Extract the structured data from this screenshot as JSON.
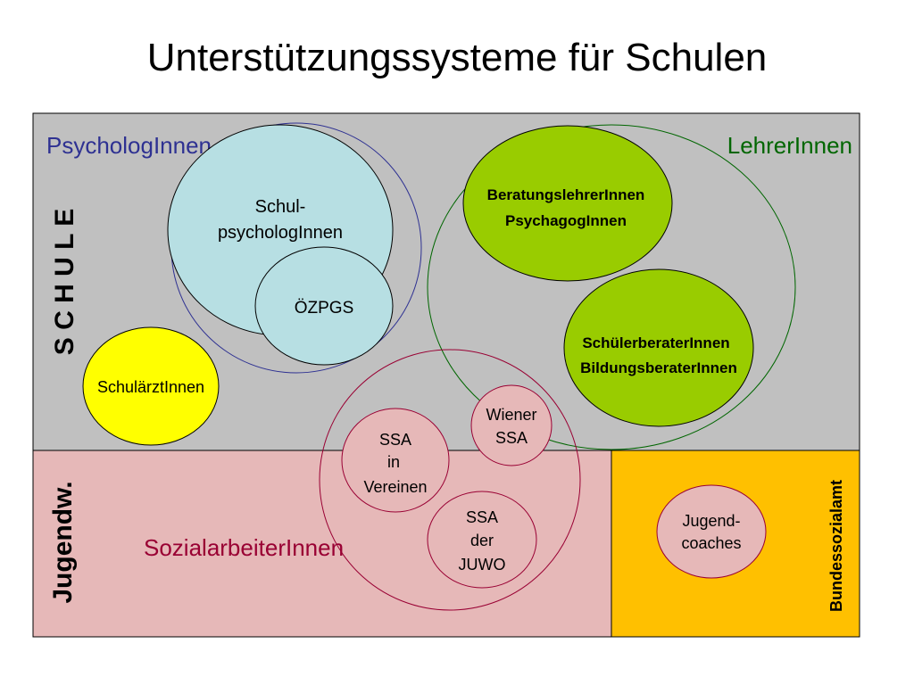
{
  "title": "Unterstützungssysteme für Schulen",
  "regions": {
    "schule": {
      "label": "S C H U L E",
      "color": "#c0c0c0"
    },
    "jugendwohlfahrt": {
      "label": "Jugendw.",
      "color": "#e6b8b8"
    },
    "bundessozialamt": {
      "label": "Bundessozialamt",
      "color": "#ffc000"
    }
  },
  "groups": {
    "psychologinnen": {
      "label": "PsychologInnen",
      "color": "#2e3192"
    },
    "lehrerinnen": {
      "label": "LehrerInnen",
      "color": "#006600"
    },
    "sozialarbeiterinnen": {
      "label": "SozialarbeiterInnen",
      "color": "#990033"
    }
  },
  "nodes": {
    "schulpsychologinnen": {
      "line1": "Schul-",
      "line2": "psychologInnen",
      "color": "#b7dfe3"
    },
    "oezpgs": {
      "label": "ÖZPGS",
      "color": "#b7dfe3"
    },
    "schulaerztinnen": {
      "label": "SchulärztInnen",
      "color": "#ffff00"
    },
    "beratungslehrerinnen": {
      "line1": "BeratungslehrerInnen",
      "line2": "PsychagogInnen",
      "color": "#99cc00"
    },
    "schuelerberaterinnen": {
      "line1": "SchülerberaterInnen",
      "line2": "BildungsberaterInnen",
      "color": "#99cc00"
    },
    "wiener_ssa": {
      "line1": "Wiener",
      "line2": "SSA",
      "color": "#e6b8b8"
    },
    "ssa_vereine": {
      "line1": "SSA",
      "line2": "in",
      "line3": "Vereinen",
      "color": "#e6b8b8"
    },
    "ssa_juwo": {
      "line1": "SSA",
      "line2": "der",
      "line3": "JUWO",
      "color": "#e6b8b8"
    },
    "jugendcoaches": {
      "line1": "Jugend-",
      "line2": "coaches",
      "color": "#e6b8b8"
    }
  }
}
